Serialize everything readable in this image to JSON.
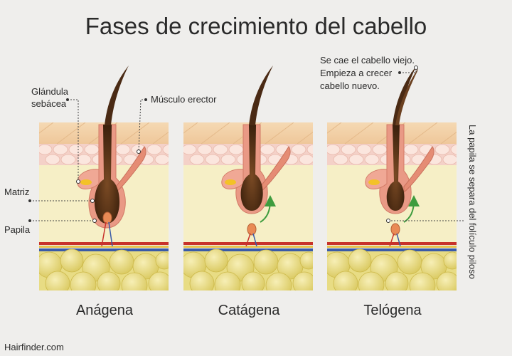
{
  "title": "Fases de crecimiento del cabello",
  "labels": {
    "glandula": [
      "Glándula",
      "sebácea"
    ],
    "musculo": "Músculo erector",
    "matriz": "Matriz",
    "papila": "Papila",
    "telogena_note": [
      "Se cae el cabello viejo.",
      "Empieza a crecer",
      "cabello nuevo."
    ],
    "side_note": "La papila se separa del folículo piloso"
  },
  "phases": [
    "Anágena",
    "Catágena",
    "Telógena"
  ],
  "credit": "Hairfinder.com",
  "colors": {
    "background": "#efeeec",
    "skin_top": "#f2cfa6",
    "dermis_cells": "#f4d1c8",
    "dermis": "#f6efc6",
    "fat": "#e9df8c",
    "hair": "#4a2a14",
    "follicle": "#e99985",
    "muscle": "#e58c74",
    "gland": "#f3c227",
    "arrow": "#3e9c3e",
    "vessel_red": "#c8322b",
    "vessel_blue": "#3a5ba8"
  }
}
